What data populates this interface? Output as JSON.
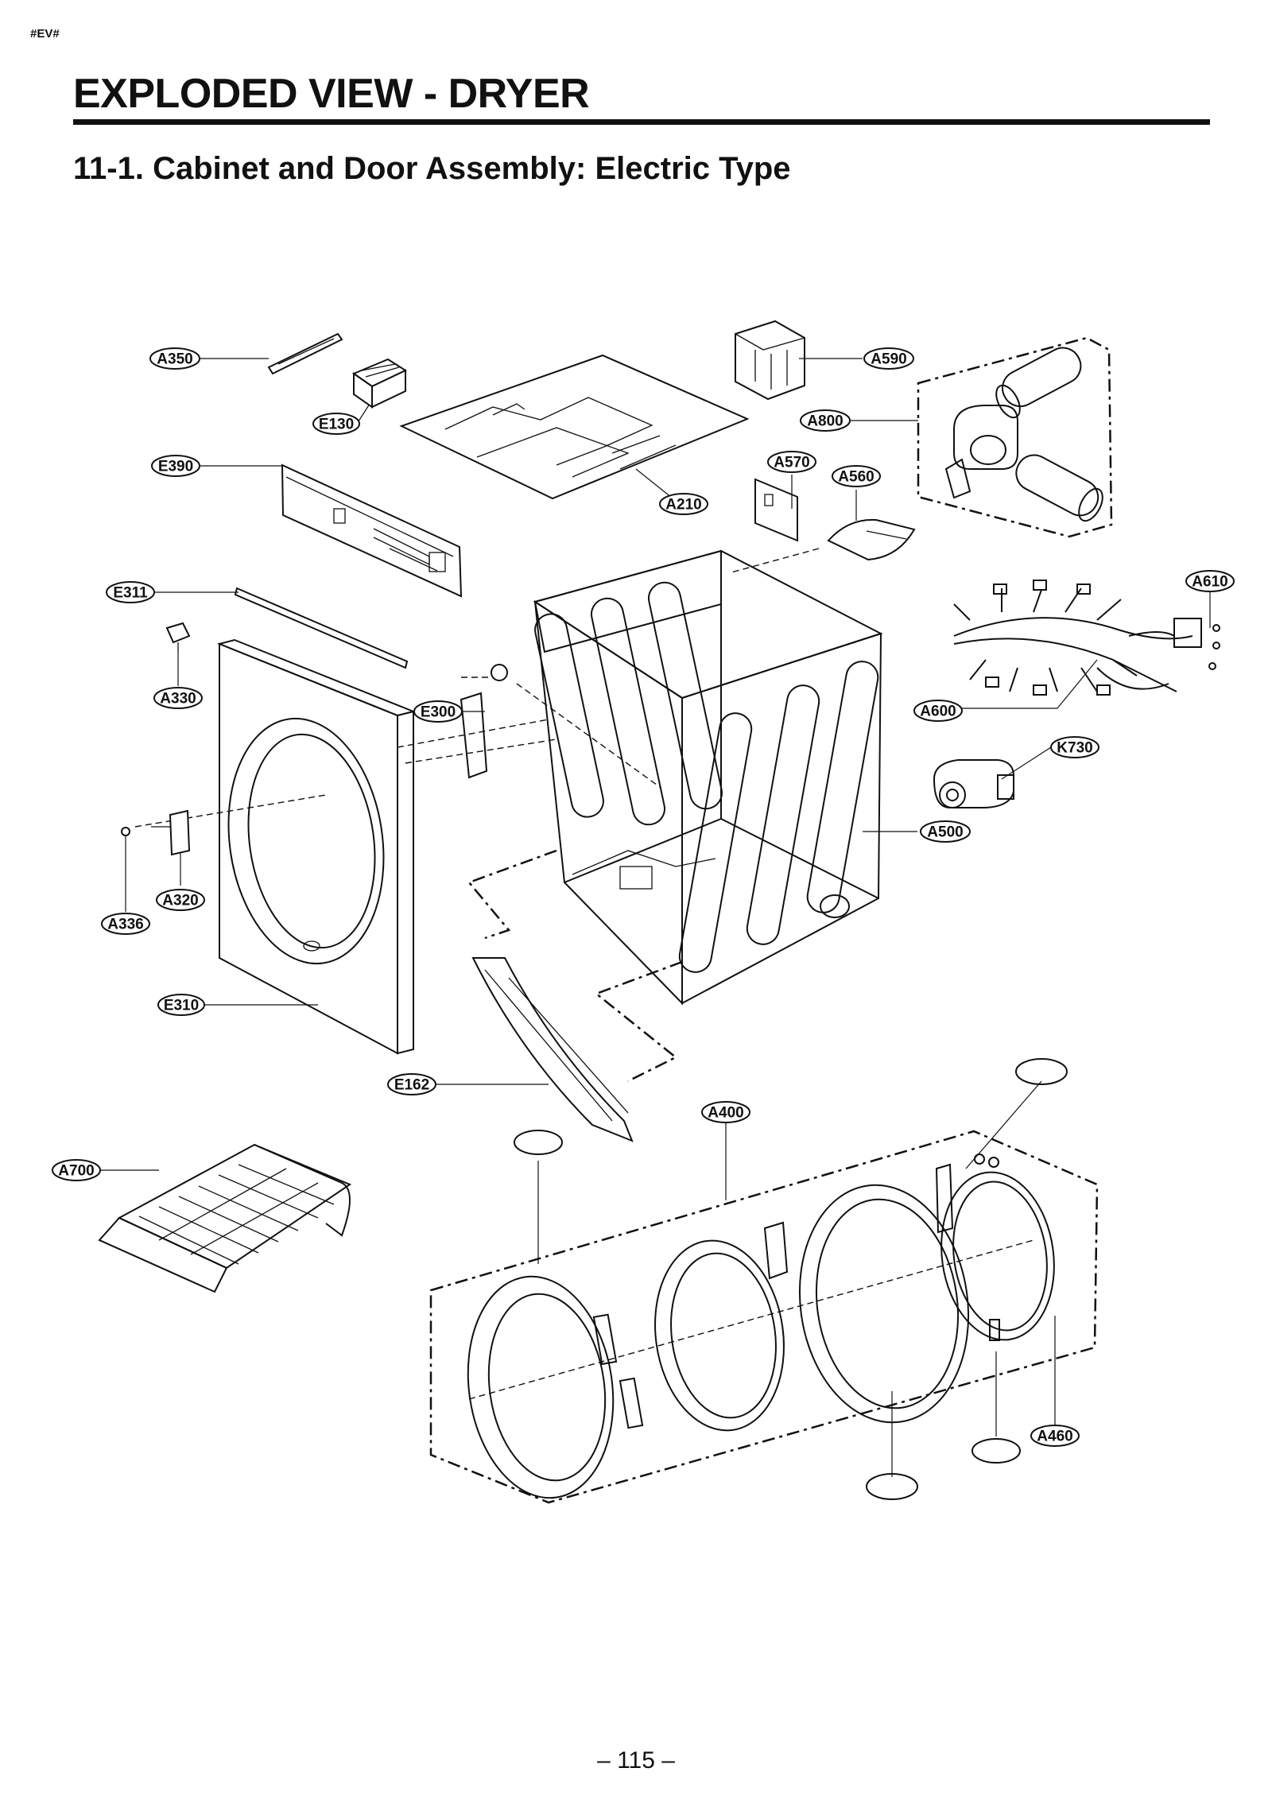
{
  "header": {
    "tag": "#EV#",
    "title": "EXPLODED VIEW - DRYER",
    "subtitle": "11-1. Cabinet and Door Assembly: Electric Type"
  },
  "callouts": {
    "A350": "A350",
    "E130": "E130",
    "E390": "E390",
    "A590": "A590",
    "A800": "A800",
    "A570": "A570",
    "A560": "A560",
    "A210": "A210",
    "E311": "E311",
    "A610": "A610",
    "A330": "A330",
    "E300": "E300",
    "A600": "A600",
    "K730": "K730",
    "A500": "A500",
    "A320": "A320",
    "A336": "A336",
    "E310": "E310",
    "E162": "E162",
    "A400": "A400",
    "A700": "A700",
    "A460": "A460"
  },
  "footer": {
    "page_number": "– 115 –"
  }
}
